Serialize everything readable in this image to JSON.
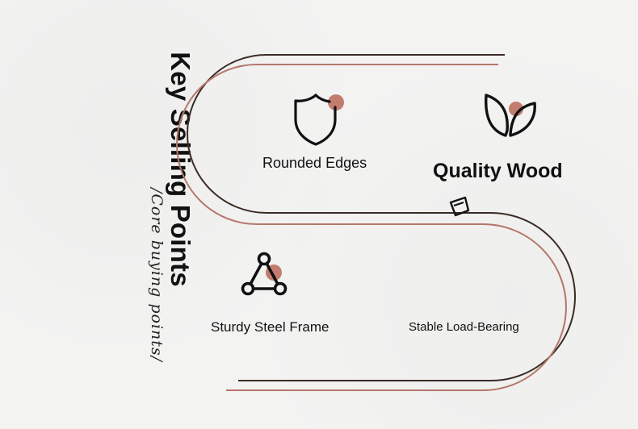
{
  "title": "Key Selling Points",
  "subtitle": "/Core buying points/",
  "colors": {
    "dark": "#3a2b24",
    "accent": "#b4776a",
    "dot": "#c27d6e"
  },
  "features": [
    {
      "label": "Rounded Edges",
      "icon": "shield-icon"
    },
    {
      "label": "Quality Wood",
      "icon": "leaf-icon"
    },
    {
      "label": "Sturdy Steel Frame",
      "icon": "triangle-nodes-icon"
    },
    {
      "label": "Stable Load-Bearing",
      "icon": ""
    }
  ]
}
